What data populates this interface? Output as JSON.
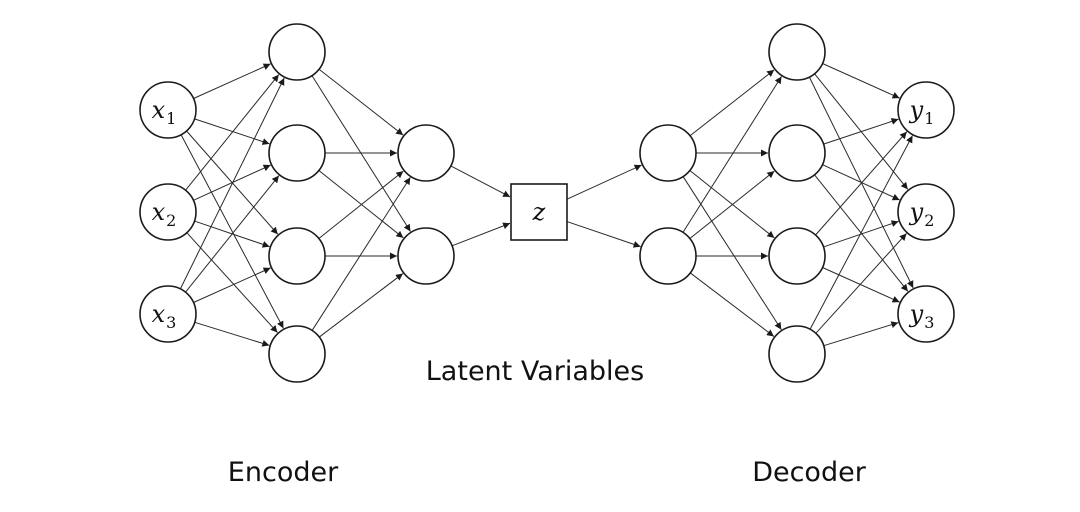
{
  "inputs": [
    {
      "var": "x",
      "sub": "1"
    },
    {
      "var": "x",
      "sub": "2"
    },
    {
      "var": "x",
      "sub": "3"
    }
  ],
  "outputs": [
    {
      "var": "y",
      "sub": "1"
    },
    {
      "var": "y",
      "sub": "2"
    },
    {
      "var": "y",
      "sub": "3"
    }
  ],
  "latent": {
    "label": "z"
  },
  "labels": {
    "latent_variables": "Latent Variables",
    "encoder": "Encoder",
    "decoder": "Decoder"
  },
  "colors": {
    "stroke": "#1a1a1a",
    "background": "#ffffff"
  }
}
